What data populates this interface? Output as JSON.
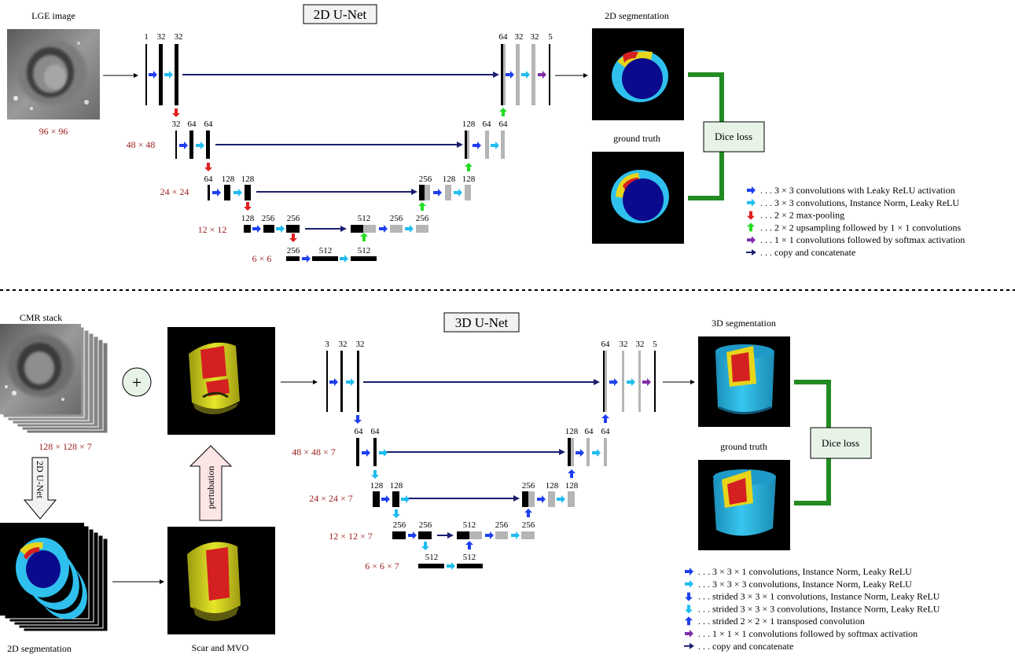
{
  "top": {
    "title": "2D U-Net",
    "input_label": "LGE image",
    "input_size": "96 × 96",
    "output_label": "2D segmentation",
    "gt_label": "ground truth",
    "loss_label": "Dice loss",
    "enc0": [
      "1",
      "32",
      "32"
    ],
    "dec0": [
      "64",
      "32",
      "32",
      "5"
    ],
    "enc1": [
      "32",
      "64",
      "64"
    ],
    "dec1": [
      "128",
      "64",
      "64"
    ],
    "enc2": [
      "64",
      "128",
      "128"
    ],
    "dec2": [
      "256",
      "128",
      "128"
    ],
    "enc3": [
      "128",
      "256",
      "256"
    ],
    "dec3": [
      "512",
      "256",
      "256"
    ],
    "enc4": [
      "256",
      "512",
      "512"
    ],
    "scales": [
      "48 × 48",
      "24 × 24",
      "12 × 12",
      "6 × 6"
    ],
    "legend": [
      {
        "color": "#1e3ff0",
        "text": ". . . 3 × 3 convolutions with Leaky ReLU activation"
      },
      {
        "color": "#1fbcf0",
        "text": ". . . 3 × 3 convolutions, Instance Norm, Leaky ReLU"
      },
      {
        "color": "#e02020",
        "text": ". . . 2 × 2 max-pooling"
      },
      {
        "color": "#22dd22",
        "text": ". . . 2 × 2 upsampling followed by 1 × 1 convolutions"
      },
      {
        "color": "#7e2fa8",
        "text": ". . . 1 × 1 convolutions followed by softmax activation"
      },
      {
        "color": "#1b1f6e",
        "text": ". . . copy and concatenate"
      }
    ]
  },
  "bottom": {
    "title": "3D U-Net",
    "stack_label": "CMR stack",
    "stack_size": "128 × 128 × 7",
    "unet2d_label": "2D U-Net",
    "seg2d_label": "2D segmentation",
    "scar_label": "Scar and MVO",
    "perturbation_label": "pertubation",
    "plus_symbol": "+",
    "output_label": "3D segmentation",
    "gt_label": "ground truth",
    "loss_label": "Dice loss",
    "enc0": [
      "3",
      "32",
      "32"
    ],
    "dec0": [
      "64",
      "32",
      "32",
      "5"
    ],
    "enc1": [
      "64",
      "64"
    ],
    "dec1": [
      "128",
      "64",
      "64"
    ],
    "enc2": [
      "128",
      "128"
    ],
    "dec2": [
      "256",
      "128",
      "128"
    ],
    "enc3": [
      "256",
      "256"
    ],
    "dec3": [
      "512",
      "256",
      "256"
    ],
    "enc4": [
      "512",
      "512"
    ],
    "scales": [
      "48 × 48 × 7",
      "24 × 24 × 7",
      "12 × 12 × 7",
      "6 × 6 × 7"
    ],
    "legend": [
      {
        "color": "#1e3ff0",
        "text": ". . . 3 × 3 × 1 convolutions, Instance Norm, Leaky ReLU"
      },
      {
        "color": "#1fbcf0",
        "text": ". . . 3 × 3 × 3 convolutions, Instance Norm, Leaky ReLU"
      },
      {
        "color": "#1e3ff0",
        "text": ". . . strided 3 × 3 × 1 convolutions, Instance Norm, Leaky ReLU"
      },
      {
        "color": "#1fbcf0",
        "text": ". . . strided 3 × 3 × 3 convolutions, Instance Norm, Leaky ReLU"
      },
      {
        "color": "#1e3ff0",
        "text": ". . . strided 2 × 2 × 1 transposed convolution"
      },
      {
        "color": "#7e2fa8",
        "text": ". . . 1 × 1 × 1 convolutions followed by softmax activation"
      },
      {
        "color": "#1b1f6e",
        "text": ". . . copy and concatenate"
      }
    ]
  }
}
